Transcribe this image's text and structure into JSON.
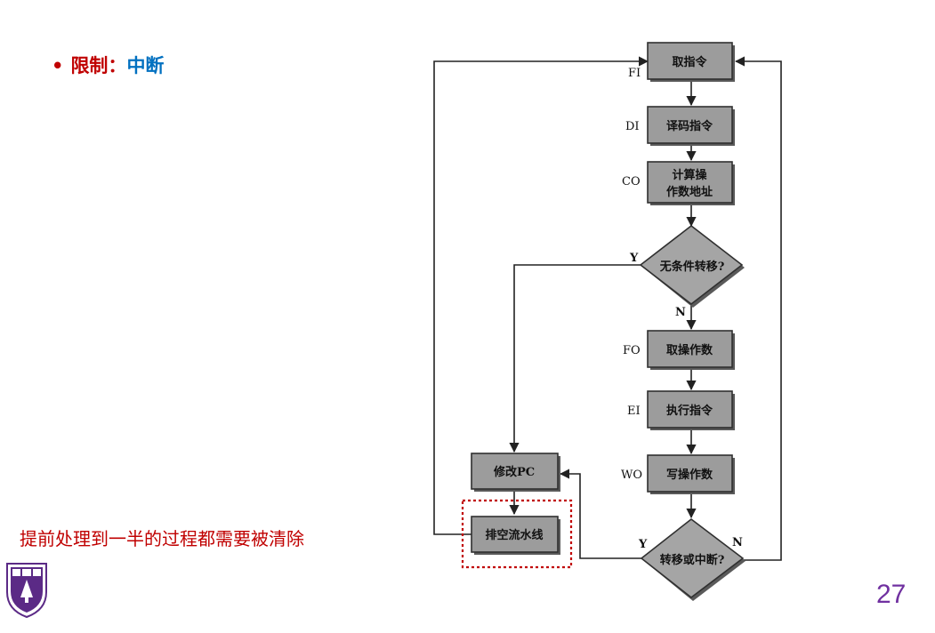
{
  "header": {
    "bullet": "•",
    "label_restrict": "限制：",
    "label_interrupt": "中断"
  },
  "note": "提前处理到一半的过程都需要被清除",
  "page_number": "27",
  "colors": {
    "red": "#c00000",
    "blue": "#0070c0",
    "purple": "#7030a0",
    "box_fill": "#9c9c9c",
    "highlight_dash": "#c00000"
  },
  "flowchart": {
    "stages": {
      "fi": "FI",
      "di": "DI",
      "co": "CO",
      "fo": "FO",
      "ei": "EI",
      "wo": "WO"
    },
    "boxes": {
      "fetch_instruction": "取指令",
      "decode_instruction": "译码指令",
      "calc_addr_line1": "计算操",
      "calc_addr_line2": "作数地址",
      "fetch_operands": "取操作数",
      "execute_instruction": "执行指令",
      "write_operands": "写操作数",
      "update_pc": "修改PC",
      "flush_pipeline": "排空流水线"
    },
    "decisions": {
      "unconditional_branch": "无条件转移?",
      "branch_or_interrupt": "转移或中断?"
    },
    "branch_labels": {
      "yes": "Y",
      "no": "N"
    }
  }
}
